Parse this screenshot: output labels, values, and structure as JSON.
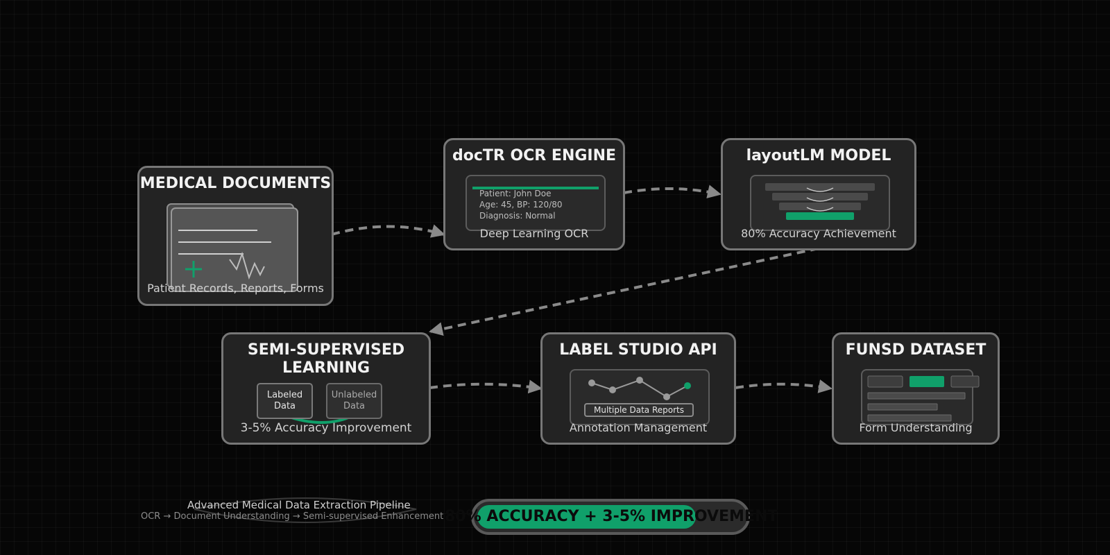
{
  "colors": {
    "accent": "#10a06a",
    "node_border": "#777777",
    "node_fill": "#232323",
    "connector": "#8a8a8a"
  },
  "nodes": {
    "medical_documents": {
      "title": "MEDICAL DOCUMENTS",
      "caption": "Patient Records, Reports, Forms",
      "icons": [
        "document-stack-icon",
        "medical-cross-icon",
        "ecg-wave-icon"
      ]
    },
    "doctr_ocr": {
      "title": "docTR OCR ENGINE",
      "caption": "Deep Learning OCR",
      "ocr_lines": [
        "Patient: John Doe",
        "Age: 45, BP: 120/80",
        "Diagnosis: Normal"
      ]
    },
    "layoutlm": {
      "title": "layoutLM MODEL",
      "caption": "80% Accuracy Achievement"
    },
    "semi_supervised": {
      "title_line1": "SEMI-SUPERVISED",
      "title_line2": "LEARNING",
      "labeled_line1": "Labeled",
      "labeled_line2": "Data",
      "unlabeled_line1": "Unlabeled",
      "unlabeled_line2": "Data",
      "caption": "3-5% Accuracy Improvement"
    },
    "label_studio": {
      "title": "LABEL STUDIO API",
      "chip": "Multiple Data Reports",
      "caption": "Annotation Management"
    },
    "funsd": {
      "title": "FUNSD DATASET",
      "caption": "Form Understanding"
    }
  },
  "footer": {
    "title": "Advanced Medical Data Extraction Pipeline",
    "subtitle": "OCR → Document Understanding → Semi-supervised Enhancement",
    "badge_text": "80% ACCURACY + 3-5% IMPROVEMENT",
    "badge_fill_fraction": 0.82
  }
}
